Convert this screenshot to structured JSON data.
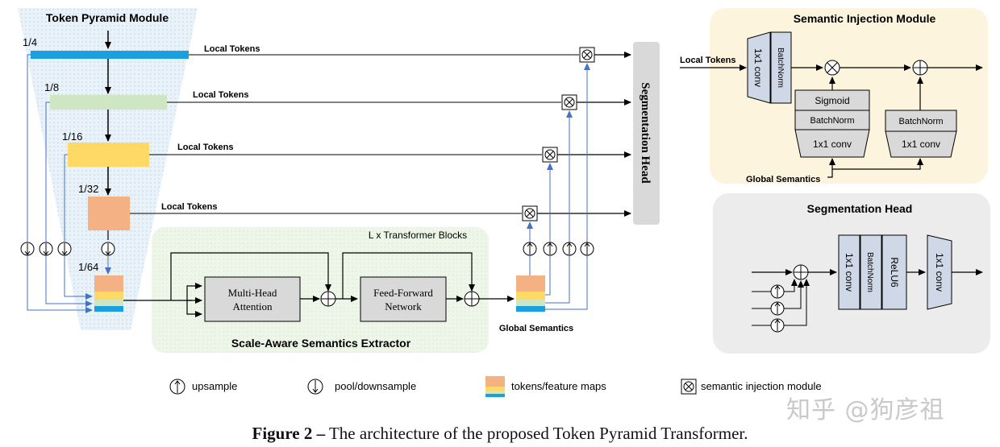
{
  "tpm": {
    "title": "Token Pyramid Module",
    "scales": [
      "1/4",
      "1/8",
      "1/16",
      "1/32",
      "1/64"
    ],
    "local_tokens": "Local Tokens"
  },
  "sase": {
    "title": "Scale-Aware Semantics Extractor",
    "blocks_label": "L x Transformer Blocks",
    "mha": [
      "Multi-Head",
      "Attention"
    ],
    "ffn": [
      "Feed-Forward",
      "Network"
    ],
    "global_semantics": "Global Semantics"
  },
  "seg_head_vertical": "Segmentation Head",
  "sim": {
    "title": "Semantic Injection Module",
    "local_tokens": "Local Tokens",
    "global_semantics": "Global Semantics",
    "conv": "1x1 conv",
    "batchnorm": "BatchNorm",
    "sigmoid": "Sigmoid"
  },
  "seghead": {
    "title": "Segmentation Head",
    "conv": "1x1 conv",
    "batchnorm": "BatchNorm",
    "relu": "ReLU6"
  },
  "legend": {
    "upsample": "upsample",
    "pool": "pool/downsample",
    "tokens": "tokens/feature maps",
    "sim": "semantic injection module"
  },
  "caption": {
    "prefix": "Figure 2 –",
    "text": " The architecture of the proposed Token Pyramid Transformer."
  },
  "watermark": "知乎 @狗彦祖",
  "colors": {
    "blue": "#1a9fe0",
    "green": "#cfe6c2",
    "yellow": "#ffd966",
    "salmon": "#f4b183",
    "arrow_blue": "#4472c4",
    "gray_box": "#d9d9d9",
    "sim_conv": "#cfd8e6"
  }
}
